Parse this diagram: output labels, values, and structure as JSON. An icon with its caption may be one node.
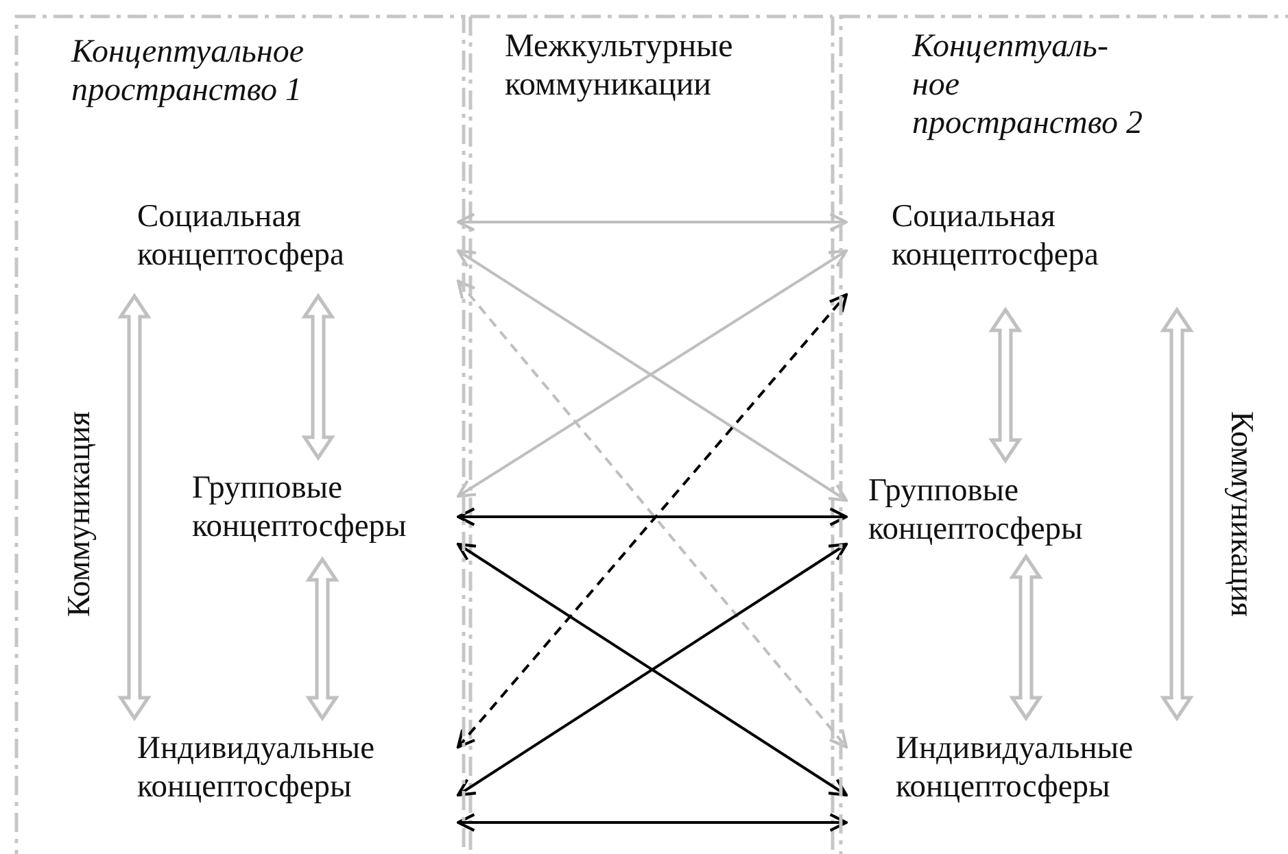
{
  "diagram": {
    "nodes": [
      {
        "text": [
          "Концептуальное пространство 1"
        ]
      },
      {
        "text": [
          "Межкультурные коммуникации"
        ]
      },
      {
        "text": [
          "Концептуаль- ное пространство 2"
        ]
      },
      {
        "text": [
          "Социальная концептосфера"
        ],
        "in": 0
      },
      {
        "text": [
          "Групповые концептосферы"
        ],
        "in": 0
      },
      {
        "text": [
          "Индивидуальные концептосферы"
        ],
        "in": 0
      },
      {
        "text": [
          "Социальная концептосфера"
        ],
        "in": 2
      },
      {
        "text": [
          "Групповые концептосферы"
        ],
        "in": 2
      },
      {
        "text": [
          "Индивидуальные концептосферы"
        ],
        "in": 2
      }
    ],
    "edges": [
      {
        "from": 3,
        "to": 6,
        "arrow": "both",
        "color": "#bfbfbf"
      },
      {
        "from": 3,
        "to": 7,
        "arrow": "both",
        "color": "#bfbfbf"
      },
      {
        "from": 4,
        "to": 6,
        "arrow": "both",
        "color": "#bfbfbf"
      },
      {
        "from": 3,
        "to": 8,
        "arrow": "both",
        "style": "dashed",
        "color": "#bfbfbf"
      },
      {
        "from": 4,
        "to": 7,
        "arrow": "both"
      },
      {
        "from": 4,
        "to": 8,
        "arrow": "both"
      },
      {
        "from": 5,
        "to": 7,
        "arrow": "both"
      },
      {
        "from": 5,
        "to": 6,
        "arrow": "both",
        "style": "dashed"
      },
      {
        "from": 5,
        "to": 8,
        "arrow": "both"
      },
      {
        "from": 3,
        "to": 4,
        "arrow": "both",
        "style": "thick",
        "color": "#c0c0c0"
      },
      {
        "from": 4,
        "to": 5,
        "arrow": "both",
        "style": "thick",
        "color": "#c0c0c0"
      },
      {
        "from": 3,
        "to": 5,
        "arrow": "both",
        "style": "thick",
        "color": "#c0c0c0",
        "label": "Коммуникация"
      },
      {
        "from": 6,
        "to": 7,
        "arrow": "both",
        "style": "thick",
        "color": "#c0c0c0"
      },
      {
        "from": 7,
        "to": 8,
        "arrow": "both",
        "style": "thick",
        "color": "#c0c0c0"
      },
      {
        "from": 6,
        "to": 8,
        "arrow": "both",
        "style": "thick",
        "color": "#c0c0c0",
        "label": "Коммуникация"
      }
    ]
  }
}
